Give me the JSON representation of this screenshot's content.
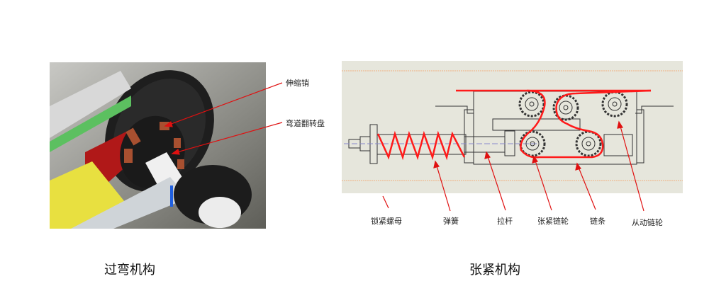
{
  "left_figure": {
    "caption": "过弯机构",
    "callouts": [
      "伸缩销",
      "弯道翻转盘"
    ]
  },
  "right_figure": {
    "caption": "张紧机构",
    "callouts": [
      "锁紧螺母",
      "弹簧",
      "拉杆",
      "张紧链轮",
      "链条",
      "从动链轮"
    ]
  },
  "colors": {
    "highlight": "#ff1a1a",
    "panel_bg": "#e6e6dc",
    "guide_line": "#f0b080"
  }
}
